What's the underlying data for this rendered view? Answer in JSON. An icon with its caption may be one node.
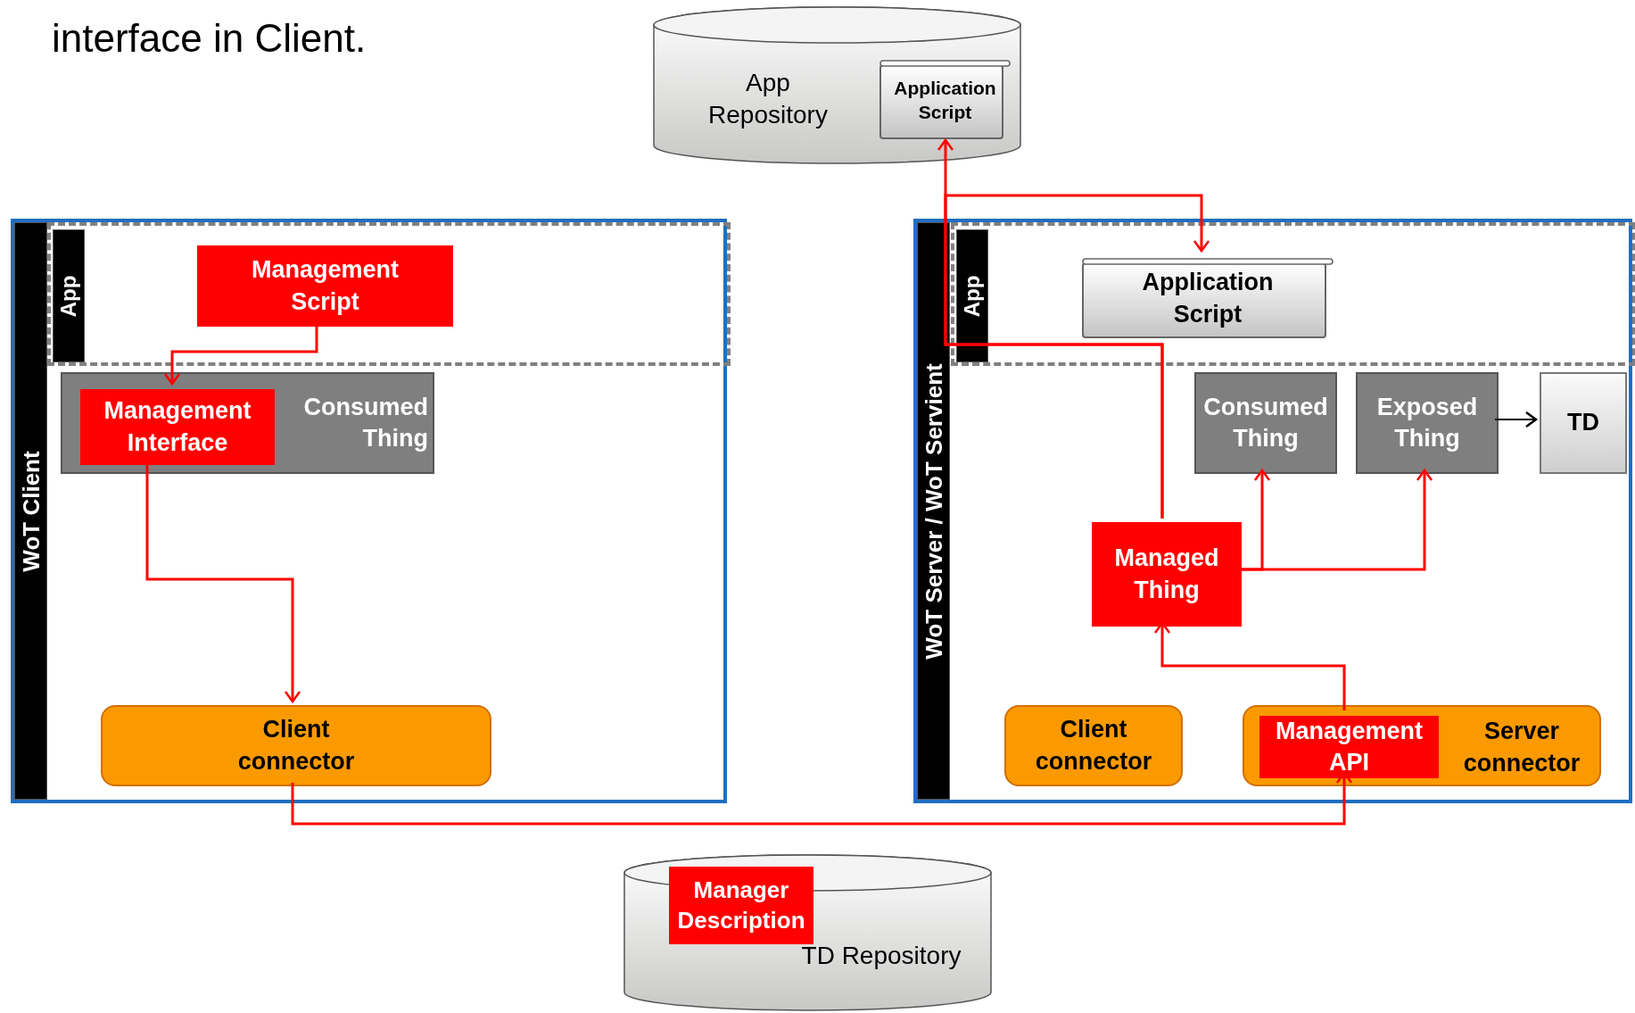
{
  "diagram": {
    "nodes": [
      {
        "text": [
          "App Repository"
        ]
      },
      {
        "text": [
          "Application Script"
        ],
        "in": 0
      },
      {
        "text": [
          "WoT Client"
        ]
      },
      {
        "text": [
          "App"
        ],
        "in": 2
      },
      {
        "text": [
          "Management Script"
        ],
        "in": 3
      },
      {
        "text": [
          "Consumed Thing"
        ],
        "in": 2
      },
      {
        "text": [
          "Management Interface"
        ],
        "in": 5
      },
      {
        "text": [
          "Client connector"
        ],
        "in": 2
      },
      {
        "text": [
          "WoT Server / WoT Servient"
        ]
      },
      {
        "text": [
          "App"
        ],
        "in": 8
      },
      {
        "text": [
          "Application Script"
        ],
        "in": 9
      },
      {
        "text": [
          "Consumed Thing"
        ],
        "in": 8
      },
      {
        "text": [
          "Exposed Thing"
        ],
        "in": 8
      },
      {
        "text": [
          "TD"
        ],
        "in": 8
      },
      {
        "text": [
          "Managed Thing"
        ],
        "in": 8
      },
      {
        "text": [
          "Client connector"
        ],
        "in": 8
      },
      {
        "text": [
          "Server connector"
        ],
        "in": 8
      },
      {
        "text": [
          "Management API"
        ],
        "in": 16
      },
      {
        "text": [
          "TD Repository"
        ]
      },
      {
        "text": [
          "Manager Description"
        ],
        "in": 18
      }
    ],
    "edges": [
      {
        "from": 4,
        "to": 6,
        "arrow": "to"
      },
      {
        "from": 6,
        "to": 7,
        "arrow": "to"
      },
      {
        "from": 7,
        "to": 17,
        "arrow": "to"
      },
      {
        "from": 17,
        "to": 14,
        "arrow": "to"
      },
      {
        "from": 14,
        "to": 11,
        "arrow": "to"
      },
      {
        "from": 14,
        "to": 12,
        "arrow": "to"
      },
      {
        "from": 12,
        "to": 13,
        "arrow": "to",
        "color": "#000000"
      },
      {
        "from": 14,
        "to": 1,
        "arrow": "to"
      },
      {
        "from": 14,
        "to": 10,
        "arrow": "to"
      }
    ],
    "labels": [
      "interface in Client."
    ]
  }
}
